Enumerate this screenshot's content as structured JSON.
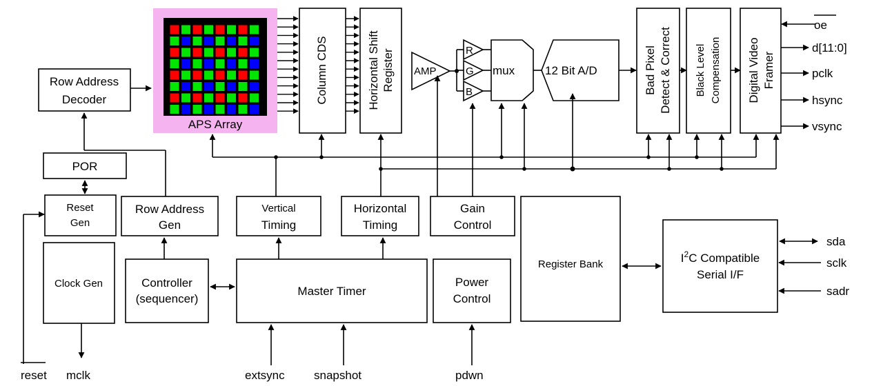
{
  "colors": {
    "aps_background": "#f5b3f0",
    "pixel_red": "#ff0000",
    "pixel_green": "#00e600",
    "pixel_blue": "#0000ff",
    "pixel_border": "#000000",
    "line": "#000000"
  },
  "blocks": {
    "row_address_decoder": [
      "Row Address",
      "Decoder"
    ],
    "aps_array": "APS Array",
    "column_cds": "Column CDS",
    "horizontal_shift_register": [
      "Horizontal Shift",
      "Register"
    ],
    "amp": "AMP",
    "channels": [
      "R",
      "G",
      "B"
    ],
    "mux": "mux",
    "adc": "12 Bit A/D",
    "bad_pixel": [
      "Bad Pixel",
      "Detect & Correct"
    ],
    "black_level": [
      "Black Level",
      "Compensation"
    ],
    "digital_video_framer": [
      "Digital Video",
      "Framer"
    ],
    "por": "POR",
    "reset_gen": [
      "Reset",
      "Gen"
    ],
    "row_address_gen": [
      "Row Address",
      "Gen"
    ],
    "vertical_timing": [
      "Vertical",
      "Timing"
    ],
    "horizontal_timing": [
      "Horizontal",
      "Timing"
    ],
    "gain_control": [
      "Gain",
      "Control"
    ],
    "register_bank": "Register Bank",
    "i2c_serial": [
      "C Compatible",
      "Serial I/F"
    ],
    "i2c_prefix": "I",
    "i2c_superscript": "2",
    "clock_gen": "Clock Gen",
    "controller": [
      "Controller",
      "(sequencer)"
    ],
    "master_timer": "Master Timer",
    "power_control": [
      "Power",
      "Control"
    ]
  },
  "signals": {
    "oe": "oe",
    "data": "d[11:0]",
    "pclk": "pclk",
    "hsync": "hsync",
    "vsync": "vsync",
    "sda": "sda",
    "sclk": "sclk",
    "sadr": "sadr",
    "reset": "reset",
    "mclk": "mclk",
    "extsync": "extsync",
    "snapshot": "snapshot",
    "pdwn": "pdwn"
  }
}
